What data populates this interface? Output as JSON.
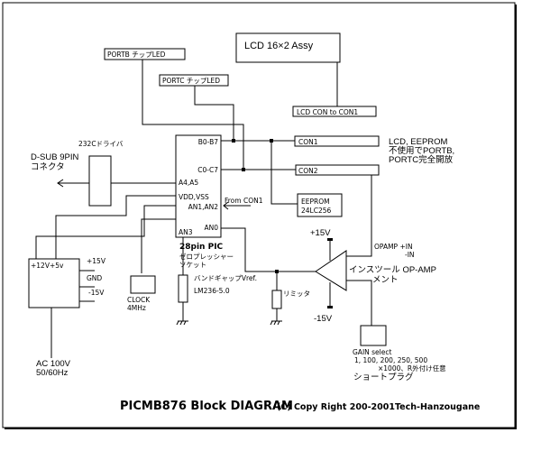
{
  "diagram": {
    "title": "PICMB876 Block DIAGRAM",
    "copyright": "(C) Copy Right 200-2001Tech-Hanzougane",
    "blocks": {
      "lcd_assy": "LCD 16×2 Assy",
      "lcd_con": "LCD CON to CON1",
      "portb_led": "PORTB チップLED",
      "portc_led": "PORTC チップLED",
      "con1": "CON1",
      "con2": "CON2",
      "eeprom_line1": "EEPROM",
      "eeprom_line2": "24LC256",
      "driver": "232Cドライバ",
      "clock_line1": "CLOCK",
      "clock_line2": "4MHz",
      "psu_rails": "+12V+5v",
      "gain_select": "GAIN select"
    },
    "pic": {
      "pins": {
        "b0_b7": "B0-B7",
        "c0_c7": "C0-C7",
        "a4_a5": "A4,A5",
        "vdd_vss": "VDD,VSS",
        "an1_an2": "AN1,AN2",
        "an0": "AN0",
        "an3": "AN3"
      },
      "package": "28pin PIC",
      "socket_line1": "ゼロプレッシャー",
      "socket_line2": "ソケット"
    },
    "labels": {
      "dsub_line1": "D-SUB 9PIN",
      "dsub_line2": "コネクタ",
      "from_con1": "From CON1",
      "con_note_line1": "LCD, EEPROM",
      "con_note_line2": "不使用でPORTB,",
      "con_note_line3": "PORTC完全開放",
      "psu_plus15": "+15V",
      "psu_gnd": "GND",
      "psu_minus15": "-15V",
      "ac_line1": "AC 100V",
      "ac_line2": "50/60Hz",
      "vref_line1": "バンドギャップVref.",
      "vref_line2": "LM236-5.0",
      "limiter": "リミッタ",
      "opamp_plus15": "+15V",
      "opamp_minus15": "-15V",
      "opamp_in_plus": "OPAMP +IN",
      "opamp_in_minus": "-IN",
      "inst_amp_line1": "インスツール  OP-AMP",
      "inst_amp_line2": "メント",
      "gain_values": "1, 100, 200, 250, 500",
      "gain_values2": "×1000、R外付け任意",
      "gain_plug": "ショートプラグ"
    }
  }
}
